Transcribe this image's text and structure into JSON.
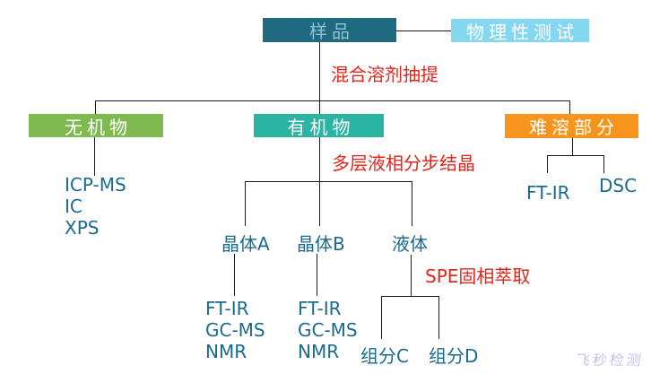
{
  "boxes": {
    "sample": {
      "label": "样品",
      "bg": "#1f6a80",
      "fg": "#8fc2d0"
    },
    "physical_test": {
      "label": "物理性测试",
      "bg": "#84d7ef",
      "fg": "#ffffff"
    },
    "inorganic": {
      "label": "无机物",
      "bg": "#7fb950",
      "fg": "#ffffff"
    },
    "organic": {
      "label": "有机物",
      "bg": "#2ab4a4",
      "fg": "#ffffff"
    },
    "insoluble": {
      "label": "难溶部分",
      "bg": "#f7941e",
      "fg": "#ffffff"
    }
  },
  "process_labels": {
    "extraction": "混合溶剂抽提",
    "crystallization": "多层液相分步结晶",
    "spe": "SPE固相萃取"
  },
  "nodes": {
    "crystal_a": "晶体A",
    "crystal_b": "晶体B",
    "liquid": "液体",
    "fraction_c": "组分C",
    "fraction_d": "组分D"
  },
  "method_lists": {
    "inorganic": [
      "ICP-MS",
      "IC",
      "XPS"
    ],
    "crystal_a": [
      "FT-IR",
      "GC-MS",
      "NMR"
    ],
    "crystal_b": [
      "FT-IR",
      "GC-MS",
      "NMR"
    ],
    "insoluble_ftir": "FT-IR",
    "insoluble_dsc": "DSC"
  },
  "watermark": "飞秒检测",
  "colors": {
    "process_text": "#e1251b",
    "item_text": "#1b6a8e",
    "connector_line": "#1a1a1a",
    "watermark_text": "#c5c2ea",
    "background": "#ffffff"
  }
}
